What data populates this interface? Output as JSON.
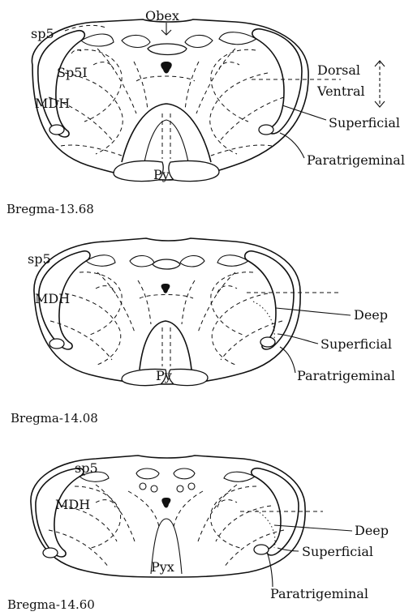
{
  "panels": [
    {
      "caption": "Bregma-13.68",
      "labels": {
        "obex": "Obex",
        "sp5": "sp5",
        "sp5i": "Sp5I",
        "mdh": "MDH",
        "py": "Py",
        "dorsal": "Dorsal",
        "ventral": "Ventral",
        "superficial": "Superficial",
        "paratrigeminal": "Paratrigeminal"
      }
    },
    {
      "caption": "Bregma-14.08",
      "labels": {
        "sp5": "sp5",
        "mdh": "MDH",
        "py": "Py",
        "deep": "Deep",
        "superficial": "Superficial",
        "paratrigeminal": "Paratrigeminal"
      }
    },
    {
      "caption": "Bregma-14.60",
      "labels": {
        "sp5": "sp5",
        "mdh": "MDH",
        "pyx": "Pyx",
        "deep": "Deep",
        "superficial": "Superficial",
        "paratrigeminal": "Paratrigeminal"
      }
    }
  ]
}
